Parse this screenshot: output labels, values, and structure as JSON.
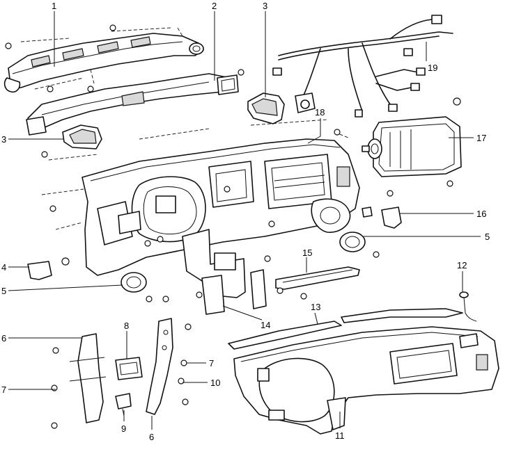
{
  "callouts": [
    {
      "id": "c1",
      "text": "1"
    },
    {
      "id": "c2",
      "text": "2"
    },
    {
      "id": "c3a",
      "text": "3"
    },
    {
      "id": "c3b",
      "text": "3"
    },
    {
      "id": "c4",
      "text": "4"
    },
    {
      "id": "c5a",
      "text": "5"
    },
    {
      "id": "c5b",
      "text": "5"
    },
    {
      "id": "c6a",
      "text": "6"
    },
    {
      "id": "c6b",
      "text": "6"
    },
    {
      "id": "c7a",
      "text": "7"
    },
    {
      "id": "c7b",
      "text": "7"
    },
    {
      "id": "c8",
      "text": "8"
    },
    {
      "id": "c9",
      "text": "9"
    },
    {
      "id": "c10",
      "text": "10"
    },
    {
      "id": "c11",
      "text": "11"
    },
    {
      "id": "c12",
      "text": "12"
    },
    {
      "id": "c13",
      "text": "13"
    },
    {
      "id": "c14",
      "text": "14"
    },
    {
      "id": "c15",
      "text": "15"
    },
    {
      "id": "c16",
      "text": "16"
    },
    {
      "id": "c17",
      "text": "17"
    },
    {
      "id": "c18",
      "text": "18"
    },
    {
      "id": "c19",
      "text": "19"
    }
  ]
}
